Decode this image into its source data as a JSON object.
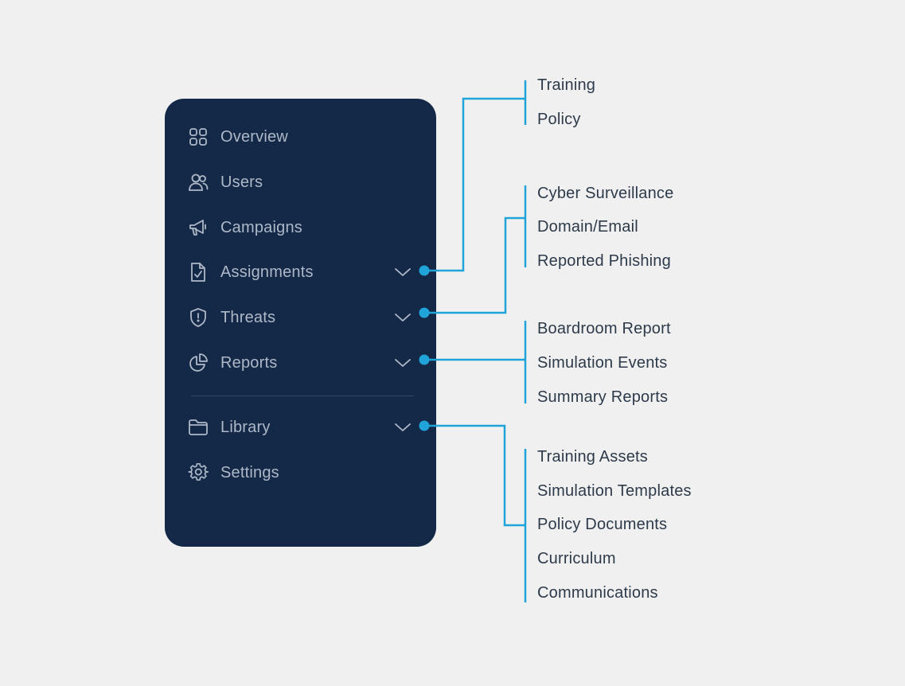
{
  "sidebar": {
    "items": [
      {
        "label": "Overview",
        "icon": "grid-icon"
      },
      {
        "label": "Users",
        "icon": "users-icon"
      },
      {
        "label": "Campaigns",
        "icon": "megaphone-icon"
      },
      {
        "label": "Assignments",
        "icon": "file-check-icon"
      },
      {
        "label": "Threats",
        "icon": "shield-alert-icon"
      },
      {
        "label": "Reports",
        "icon": "pie-chart-icon"
      },
      {
        "label": "Library",
        "icon": "folder-icon"
      },
      {
        "label": "Settings",
        "icon": "gear-icon"
      }
    ]
  },
  "submenus": {
    "assignments": [
      "Training",
      "Policy"
    ],
    "threats": [
      "Cyber Surveillance",
      "Domain/Email",
      "Reported Phishing"
    ],
    "reports": [
      "Boardroom Report",
      "Simulation Events",
      "Summary Reports"
    ],
    "library": [
      "Training Assets",
      "Simulation Templates",
      "Policy Documents",
      "Curriculum",
      "Communications"
    ]
  },
  "colors": {
    "sidebar_bg": "#142948",
    "sidebar_text": "#aeb8c7",
    "connector": "#1fa3d9",
    "page_bg": "#f0f0f0",
    "submenu_text": "#2d3a4a"
  }
}
